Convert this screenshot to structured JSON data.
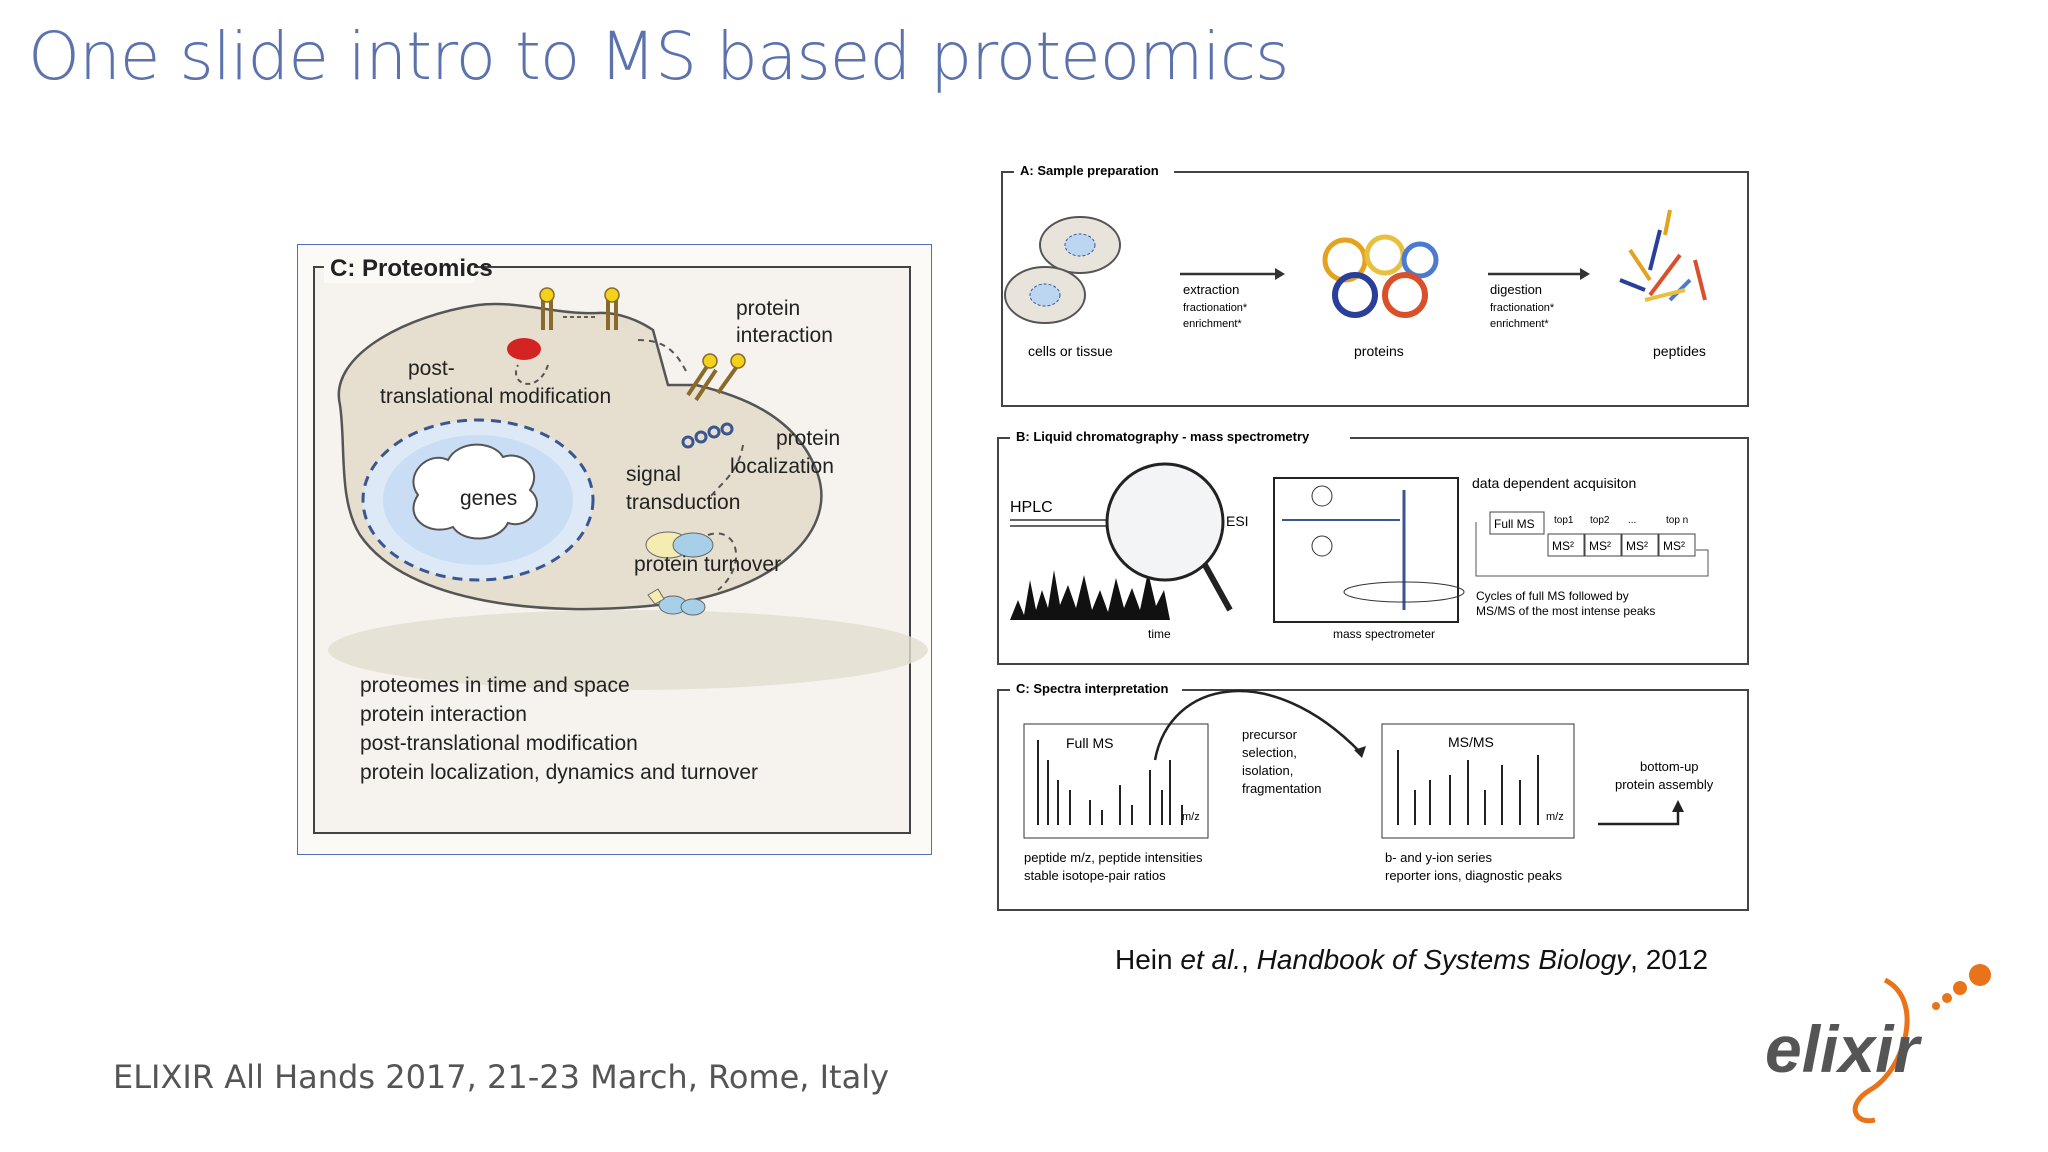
{
  "slide": {
    "title": "One slide intro to MS based proteomics",
    "citation": {
      "author": "Hein ",
      "etal": "et al.",
      "sep": ", ",
      "book": "Handbook of Systems Biology",
      "year": ", 2012"
    },
    "footer": "ELIXIR All Hands 2017, 21-23 March, Rome, Italy",
    "logo_text": "elixir"
  },
  "proteomics_figure": {
    "title": "C: Proteomics",
    "labels": {
      "protein_interaction_1": "protein",
      "protein_interaction_2": "interaction",
      "ptm_1": "post-",
      "ptm_2": "translational modification",
      "protein_localization_1": "protein",
      "protein_localization_2": "localization",
      "signal_1": "signal",
      "signal_2": "transduction",
      "genes": "genes",
      "turnover": "protein turnover"
    },
    "list": [
      "proteomes in time and space",
      "protein interaction",
      "post-translational modification",
      "protein localization, dynamics and turnover"
    ]
  },
  "workflow_figure": {
    "panel_a": {
      "title": "A: Sample preparation",
      "cells": "cells or tissue",
      "step1": [
        "extraction",
        "fractionation*",
        "enrichment*"
      ],
      "proteins": "proteins",
      "step2": [
        "digestion",
        "fractionation*",
        "enrichment*"
      ],
      "peptides": "peptides"
    },
    "panel_b": {
      "title": "B: Liquid chromatography - mass spectrometry",
      "hplc": "HPLC",
      "esi": "ESI",
      "time": "time",
      "mass_spec": "mass spectrometer",
      "dda": "data dependent acquisiton",
      "full_ms": "Full MS",
      "tops": [
        "top1",
        "top2",
        "...",
        "top n"
      ],
      "ms2": "MS²",
      "cycles_1": "Cycles of full MS followed by",
      "cycles_2": "MS/MS of the most intense peaks"
    },
    "panel_c": {
      "title": "C: Spectra interpretation",
      "full_ms": "Full MS",
      "mz": "m/z",
      "precursor": [
        "precursor",
        "selection,",
        "isolation,",
        "fragmentation"
      ],
      "msms": "MS/MS",
      "bottom_up": [
        "bottom-up",
        "protein assembly"
      ],
      "left_notes": [
        "peptide m/z, peptide intensities",
        "stable isotope-pair ratios"
      ],
      "right_notes": [
        "b- and y-ion series",
        "reporter ions, diagnostic peaks"
      ]
    }
  }
}
